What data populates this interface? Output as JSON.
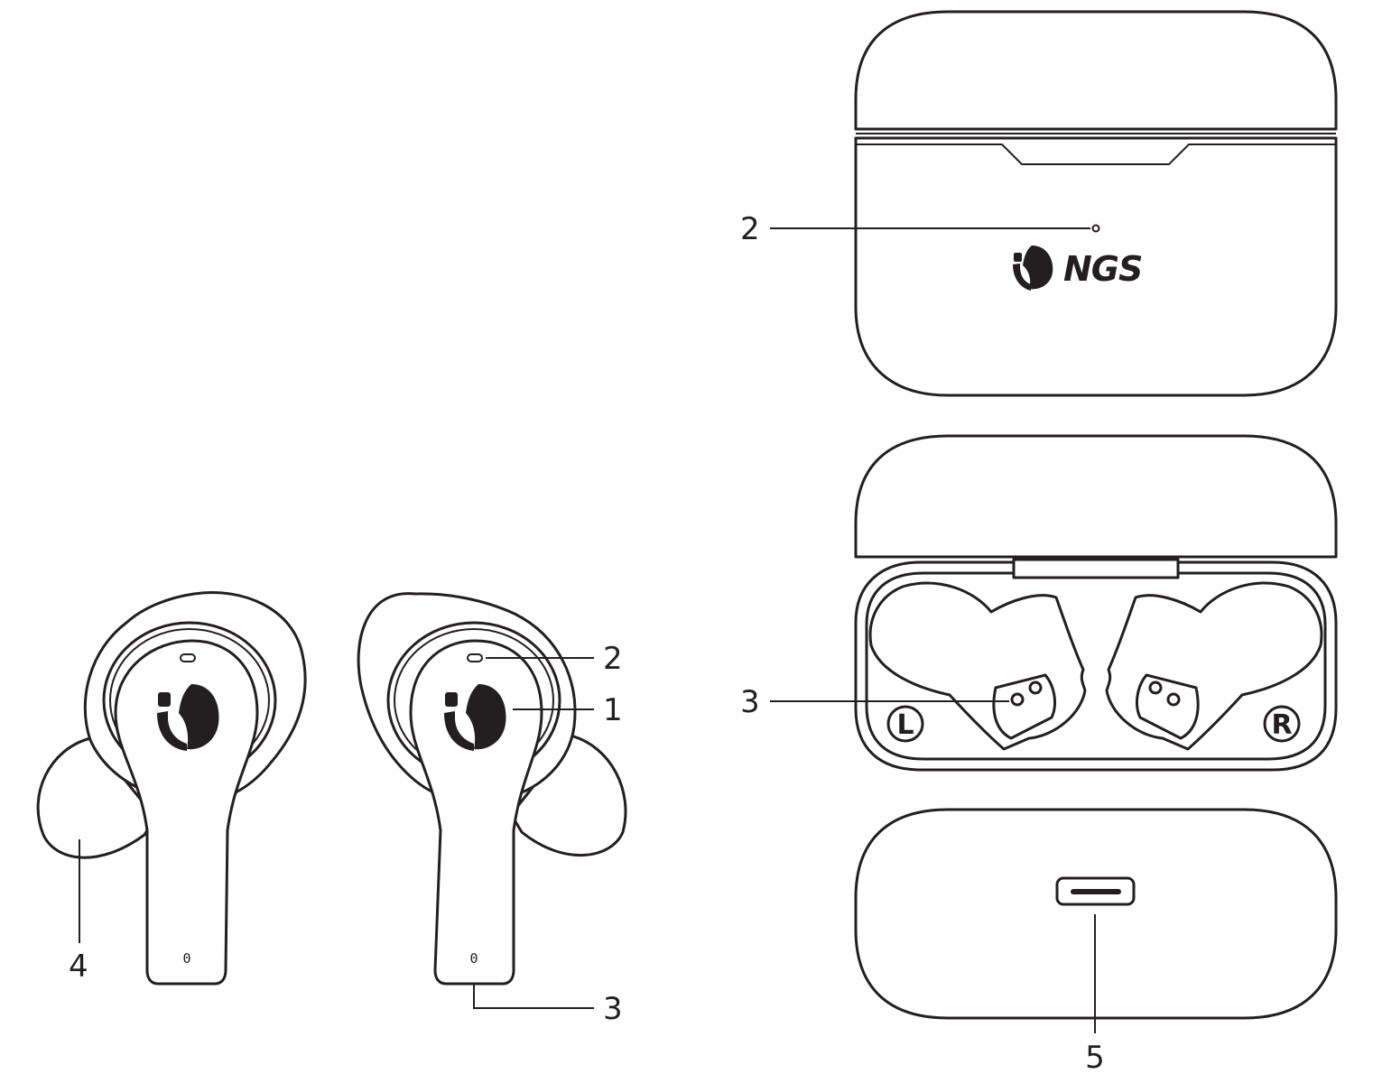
{
  "brand": {
    "name": "NGS"
  },
  "callouts": {
    "earbud_touch": "1",
    "earbud_led": "2",
    "earbud_contacts": "3",
    "earbud_wing": "4",
    "case_led": "2",
    "case_contacts": "3",
    "case_usb": "5"
  },
  "earbud_mark": "0",
  "slots": {
    "left": "L",
    "right": "R"
  },
  "colors": {
    "line": "#231f20",
    "background": "#ffffff"
  }
}
